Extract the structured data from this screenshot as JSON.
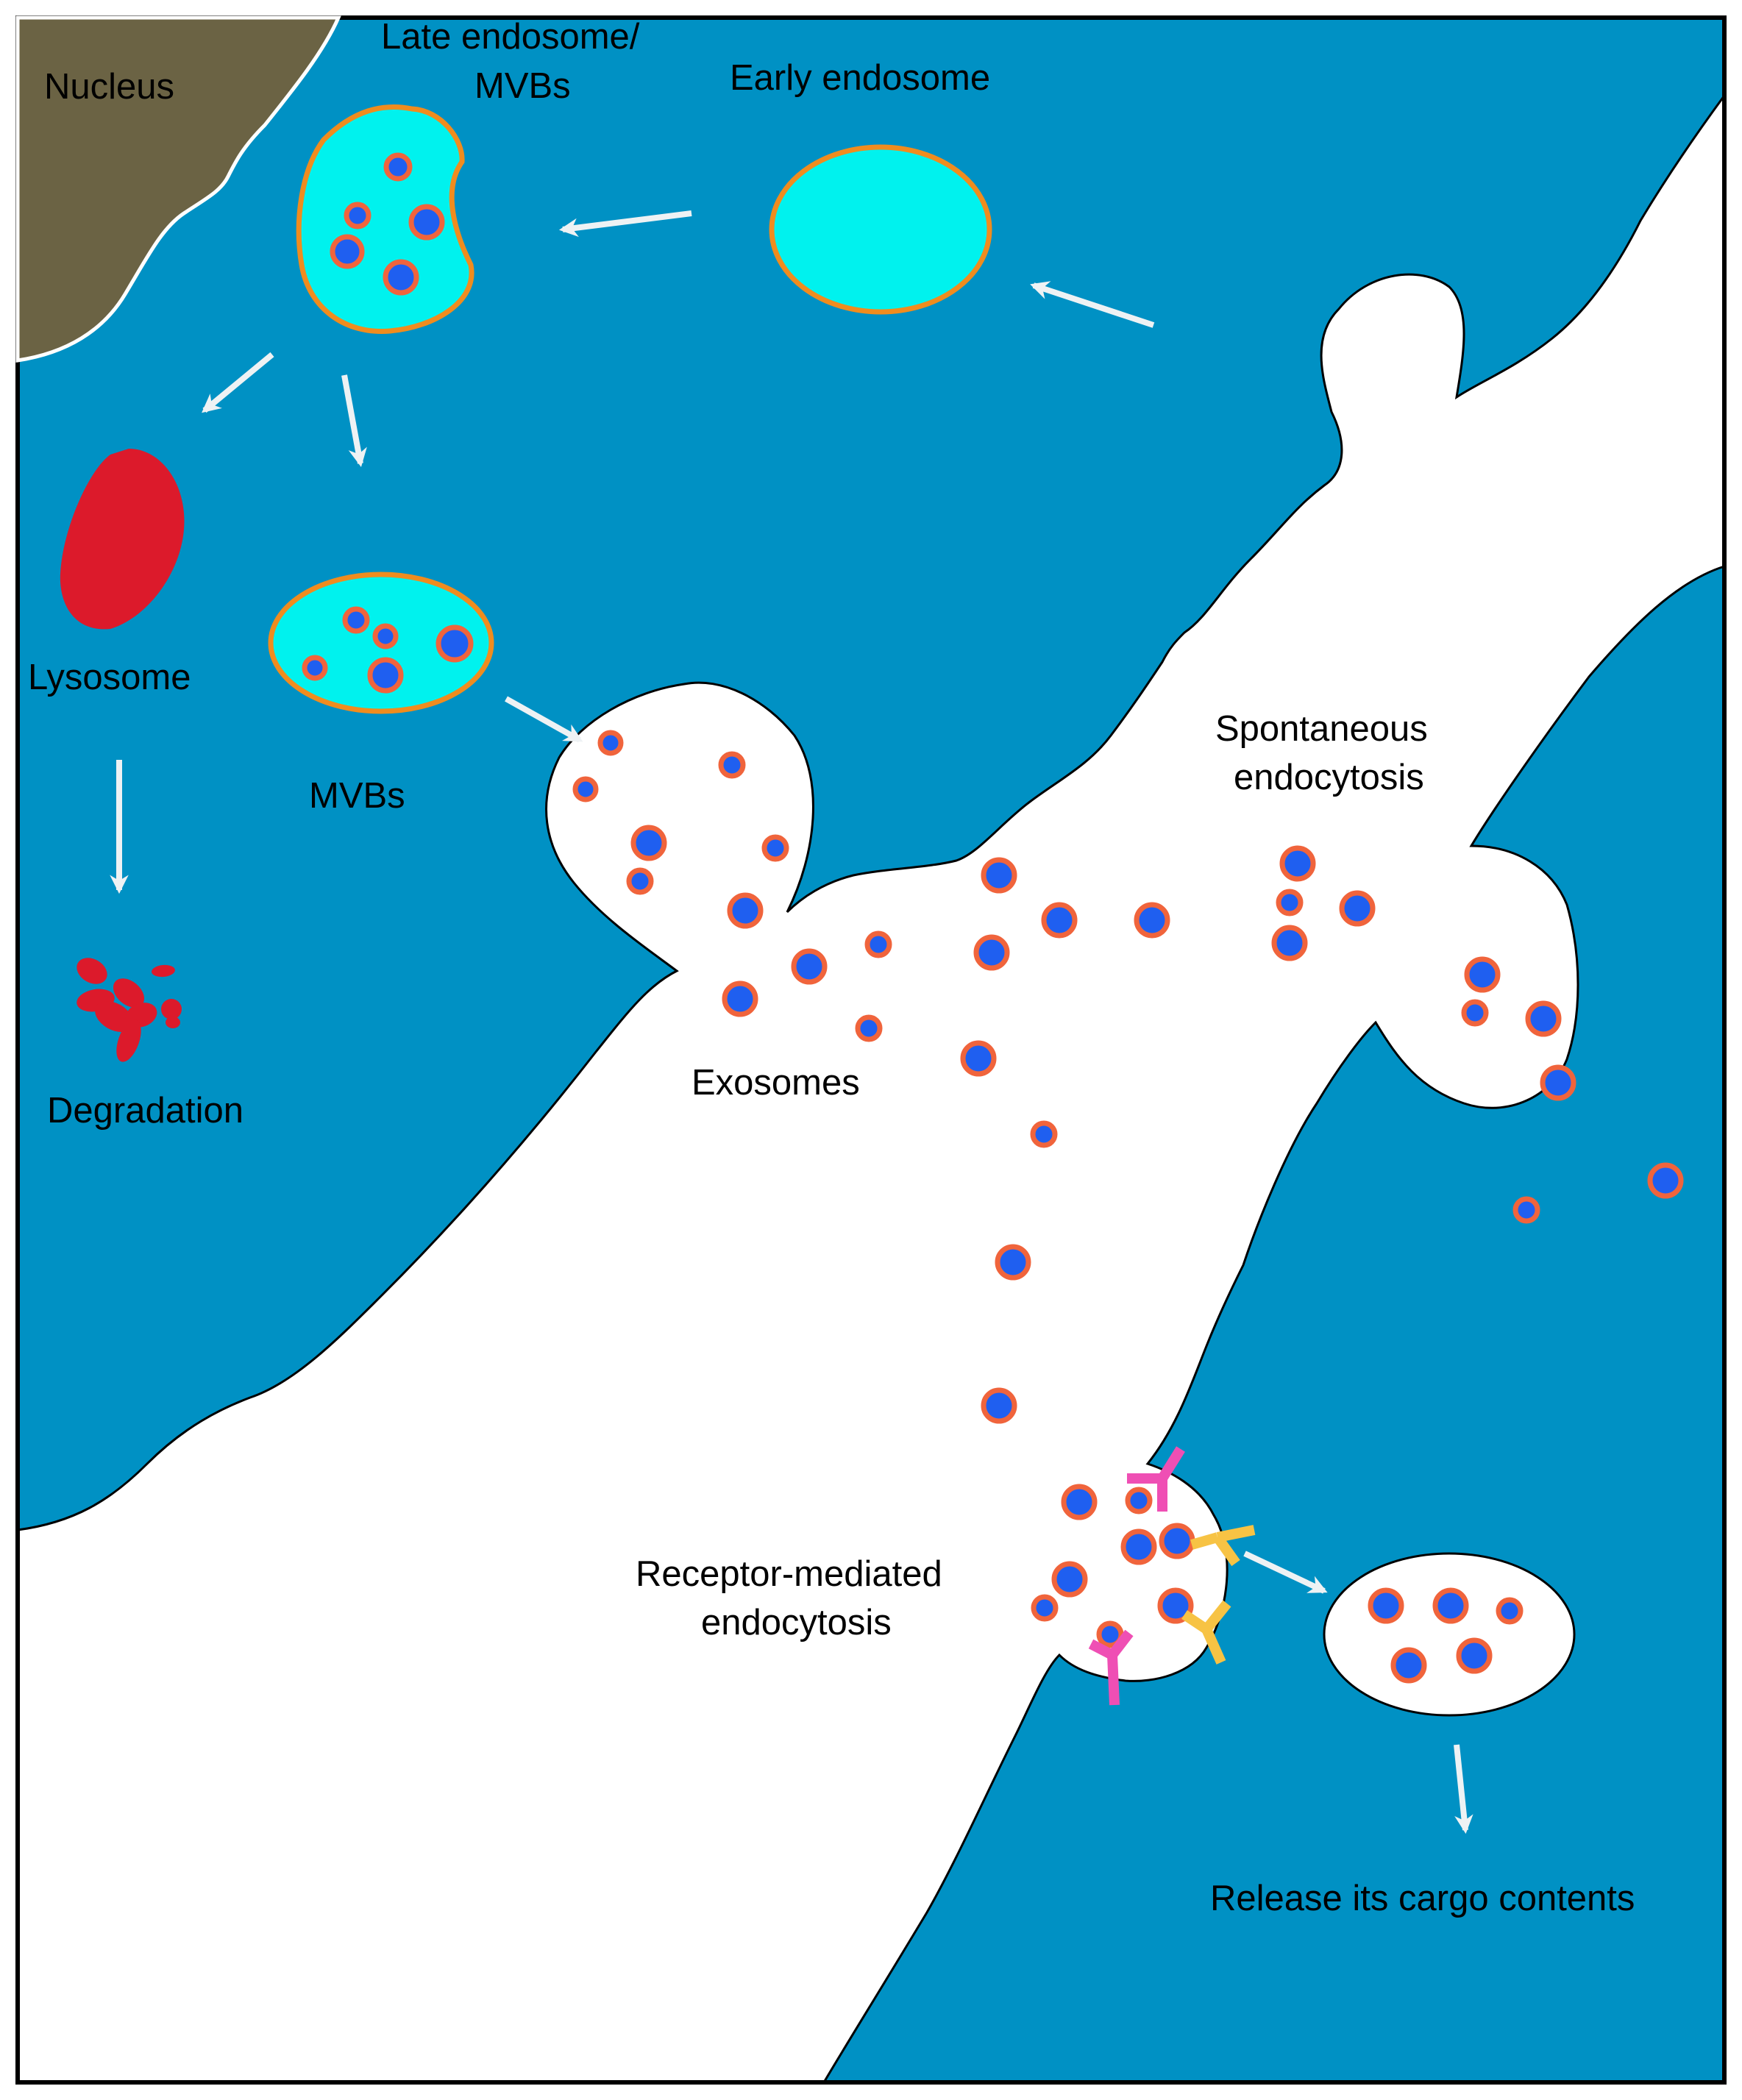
{
  "labels": {
    "nucleus": "Nucleus",
    "late_endosome_line1": "Late endosome/",
    "late_endosome_line2": "MVBs",
    "early_endosome": "Early endosome",
    "lysosome": "Lysosome",
    "mvbs": "MVBs",
    "degradation": "Degradation",
    "spontaneous_line1": "Spontaneous",
    "spontaneous_line2": "endocytosis",
    "exosomes": "Exosomes",
    "receptor_line1": "Receptor-mediated",
    "receptor_line2": "endocytosis",
    "release": "Release its cargo contents"
  },
  "colors": {
    "cytoplasm": "#0091c4",
    "extracellular": "#ffffff",
    "nucleus": "#6b6344",
    "endosome_fill": "#00f2ee",
    "endosome_border": "#f08c1e",
    "lysosome": "#dc1a2b",
    "vesicle_core": "#1f5ff0",
    "vesicle_ring": "#f0643c",
    "receptor_pink": "#ef4fb4",
    "receptor_yellow": "#f7c344",
    "arrow": "#eef2f4"
  }
}
